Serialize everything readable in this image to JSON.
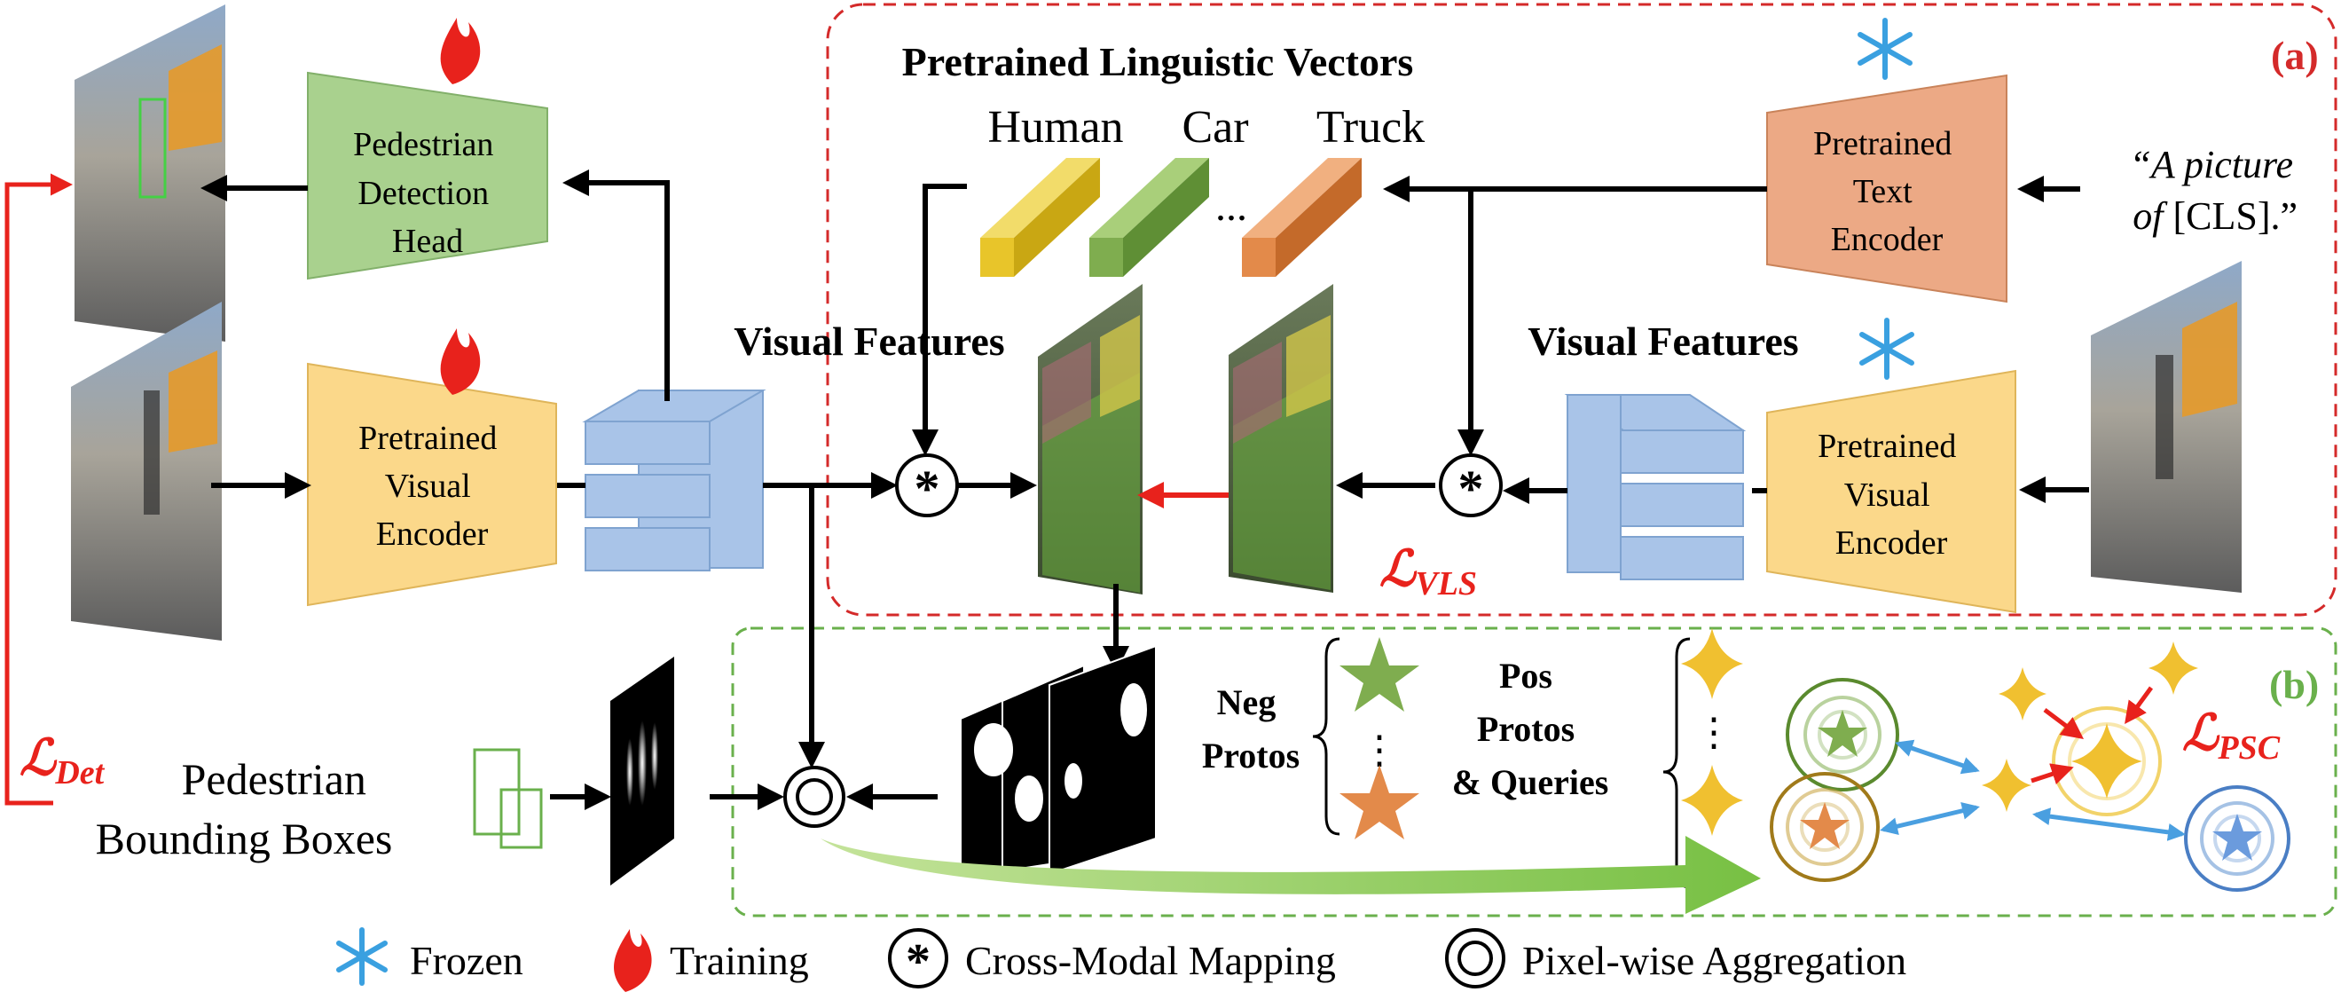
{
  "panel_a": {
    "tag": "(a)",
    "color": "#d42a2a"
  },
  "panel_b": {
    "tag": "(b)",
    "color": "#6ab04c"
  },
  "linguistic": {
    "title": "Pretrained Linguistic Vectors",
    "human": "Human",
    "car": "Car",
    "truck": "Truck",
    "ellipsis": "..."
  },
  "prompt": {
    "line1": "“A picture",
    "line2_italic": "of",
    "line2_rest": " [CLS].”"
  },
  "modules": {
    "detection_head": [
      "Pedestrian",
      "Detection",
      "Head"
    ],
    "visual_encoder_left": [
      "Pretrained",
      "Visual",
      "Encoder"
    ],
    "text_encoder": [
      "Pretrained",
      "Text",
      "Encoder"
    ],
    "visual_encoder_right": [
      "Pretrained",
      "Visual",
      "Encoder"
    ]
  },
  "features": {
    "left_label": "Visual Features",
    "right_label": "Visual Features"
  },
  "losses": {
    "det_main": "ℒ",
    "det_sub": "Det",
    "vls_main": "ℒ",
    "vls_sub": "VLS",
    "psc_main": "ℒ",
    "psc_sub": "PSC"
  },
  "boxes_label": [
    "Pedestrian",
    "Bounding Boxes"
  ],
  "protos": {
    "neg": [
      "Neg",
      "Protos"
    ],
    "pos": [
      "Pos",
      "Protos",
      "& Queries"
    ],
    "vdots": "⋮"
  },
  "legend": {
    "frozen": "Frozen",
    "training": "Training",
    "mapping": "Cross-Modal Mapping",
    "aggregation": "Pixel-wise Aggregation"
  },
  "colors": {
    "green_module": "#a9d18e",
    "yellow_module": "#fbd88a",
    "orange_module": "#eca985",
    "feature_blue": "#a9c4e8",
    "human_vec": "#e8c52a",
    "car_vec": "#7fad4f",
    "truck_vec": "#e38a4a",
    "snow": "#3aa0e0",
    "fire": "#e8221c"
  }
}
